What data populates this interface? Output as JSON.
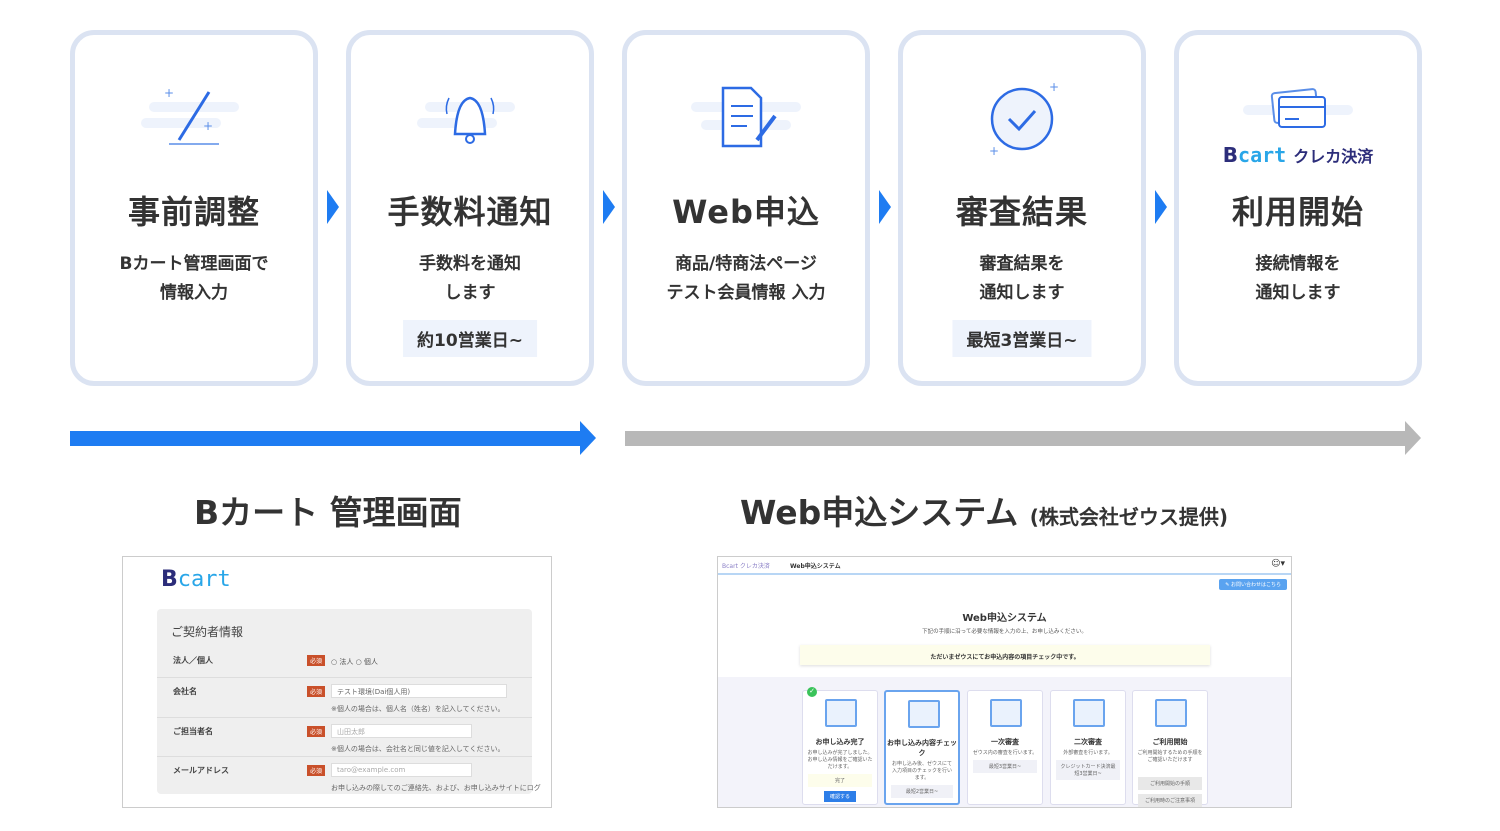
{
  "steps": [
    {
      "title": "事前調整",
      "desc": [
        "Bカート管理画面で",
        "情報入力"
      ],
      "badge": null,
      "icon": "pencil-icon"
    },
    {
      "title": "手数料通知",
      "desc": [
        "手数料を通知",
        "します"
      ],
      "badge": "約10営業日~",
      "icon": "bell-icon"
    },
    {
      "title": "Web申込",
      "desc": [
        "商品/特商法ページ",
        "テスト会員情報 入力"
      ],
      "badge": null,
      "icon": "document-pen-icon"
    },
    {
      "title": "審査結果",
      "desc": [
        "審査結果を",
        "通知します"
      ],
      "badge": "最短3営業日~",
      "icon": "check-circle-icon"
    },
    {
      "title": "利用開始",
      "desc": [
        "接続情報を",
        "通知します"
      ],
      "badge": null,
      "icon": "credit-card-icon",
      "logo_text": "cart",
      "logo_suffix": "クレカ決済"
    }
  ],
  "colors": {
    "accent": "#1e7cf2",
    "gray_arrow": "#b8b8b8",
    "card_border": "#dbe3f2"
  },
  "sections": {
    "left": "Bカート 管理画面",
    "right": "Web申込システム",
    "right_note": "(株式会社ゼウス提供)"
  },
  "admin": {
    "logo": "cart",
    "heading": "ご契約者情報",
    "required": "必須",
    "rows": [
      {
        "label": "法人／個人",
        "options": [
          "法人",
          "個人"
        ]
      },
      {
        "label": "会社名",
        "value": "テスト環境(Dai個人用)",
        "note": "※個人の場合は、個人名（姓名）を記入してください。"
      },
      {
        "label": "ご担当者名",
        "placeholder": "山田太郎",
        "note": "※個人の場合は、会社名と同じ値を記入してください。"
      },
      {
        "label": "メールアドレス",
        "placeholder": "taro@example.com",
        "note": "お申し込みの際してのご連絡先、および、お申し込みサイトにログ"
      }
    ]
  },
  "websys": {
    "logo": "cart",
    "logo_suffix": "クレカ決済",
    "nav_title": "Web申込システム",
    "contact_button": "お問い合わせはこちら",
    "title": "Web申込システム",
    "subtitle": "下記の手順に沿って必要な情報を入力の上、お申し込みください。",
    "notice": "ただいまゼウスにてお申込内容の項目チェック中です。",
    "steps": [
      {
        "title": "お申し込み完了",
        "desc": "お申し込みが完了しました。お申し込み情報をご確認いただけます。",
        "status": "完了",
        "button": "確認する"
      },
      {
        "title": "お申し込み内容チェック",
        "desc": "お申し込み後、ゼウスにて入力項目のチェックを行います。",
        "status": "最短2営業日~"
      },
      {
        "title": "一次審査",
        "desc": "ゼウス内の審査を行います。",
        "status": "最短3営業日~"
      },
      {
        "title": "二次審査",
        "desc": "外部審査を行います。",
        "status": "クレジットカード決済最短3営業日~"
      },
      {
        "title": "ご利用開始",
        "desc": "ご利用開始するための手順をご確認いただけます",
        "links": [
          "ご利用開始の手順",
          "ご利用時のご注意事項"
        ]
      }
    ]
  }
}
